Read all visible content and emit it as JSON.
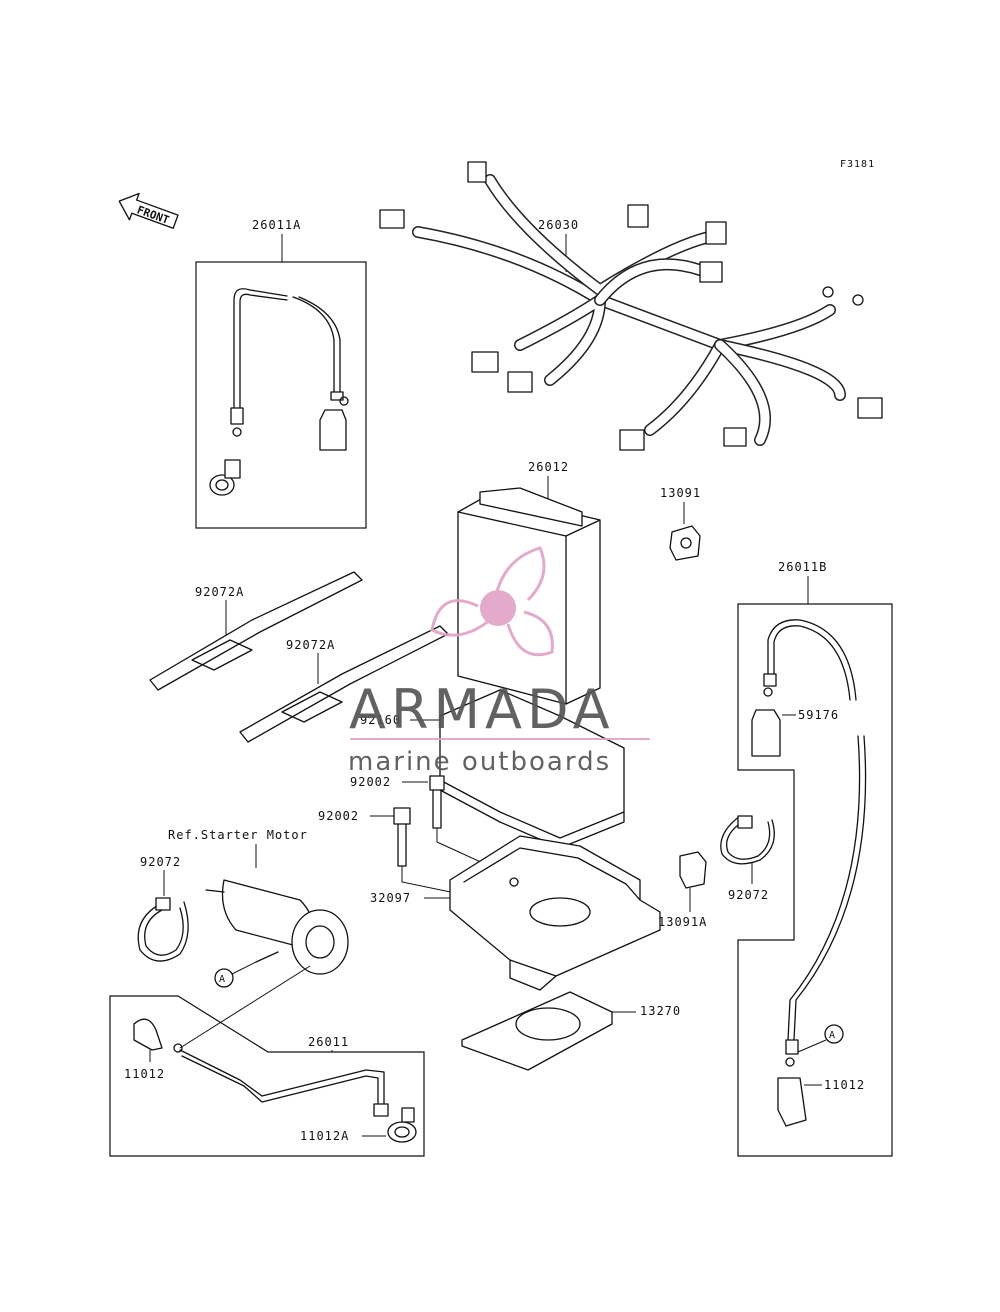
{
  "sheet_code": "F3181",
  "front_indicator": "FRONT",
  "ref_note": "Ref.Starter Motor",
  "circle_marker": "A",
  "part_labels": {
    "cable_26011A": "26011A",
    "harness": "26030",
    "battery": "26012",
    "part_13091": "13091",
    "cable_26011B": "26011B",
    "strap_left": "92072A",
    "strap_right": "92072A",
    "pad": "92160",
    "bolt_upper": "92002",
    "bolt_lower": "92002",
    "cap_59176": "59176",
    "band_left": "92072",
    "band_right": "92072",
    "case": "32097",
    "part_13091A": "13091A",
    "cable_26011": "26011",
    "plate": "13270",
    "cap_11012_left": "11012",
    "cap_11012A": "11012A",
    "cap_11012_right": "11012"
  },
  "watermark": {
    "brand": "ARMADA",
    "tagline": "marine outboards",
    "logo_color": "#e2a3c7",
    "text_color": "#555555"
  }
}
